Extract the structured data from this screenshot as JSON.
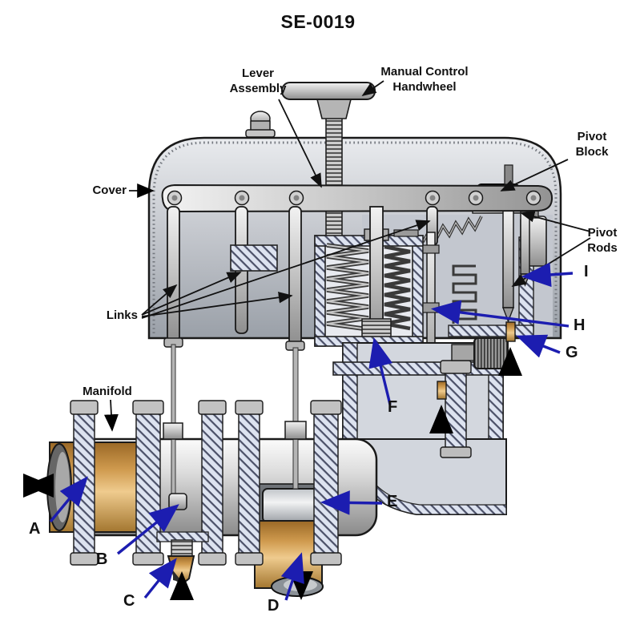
{
  "title": "SE-0019",
  "labels": {
    "cover": "Cover",
    "lever_assembly": "Lever\nAssembly",
    "manual_control_handwheel": "Manual Control\nHandwheel",
    "pivot_block": "Pivot\nBlock",
    "pivot_rods": "Pivot\nRods",
    "links": "Links",
    "manifold": "Manifold"
  },
  "callouts": [
    "A",
    "B",
    "C",
    "D",
    "E",
    "F",
    "G",
    "H",
    "I"
  ],
  "colors": {
    "callout_arrow": "#1c1db0",
    "leader_line": "#111111",
    "brass": "#d9a75c",
    "steel_light": "#e9ebee",
    "steel_dark": "#8e8e8e",
    "hatch_fill": "#dde3f0",
    "background": "#ffffff"
  }
}
